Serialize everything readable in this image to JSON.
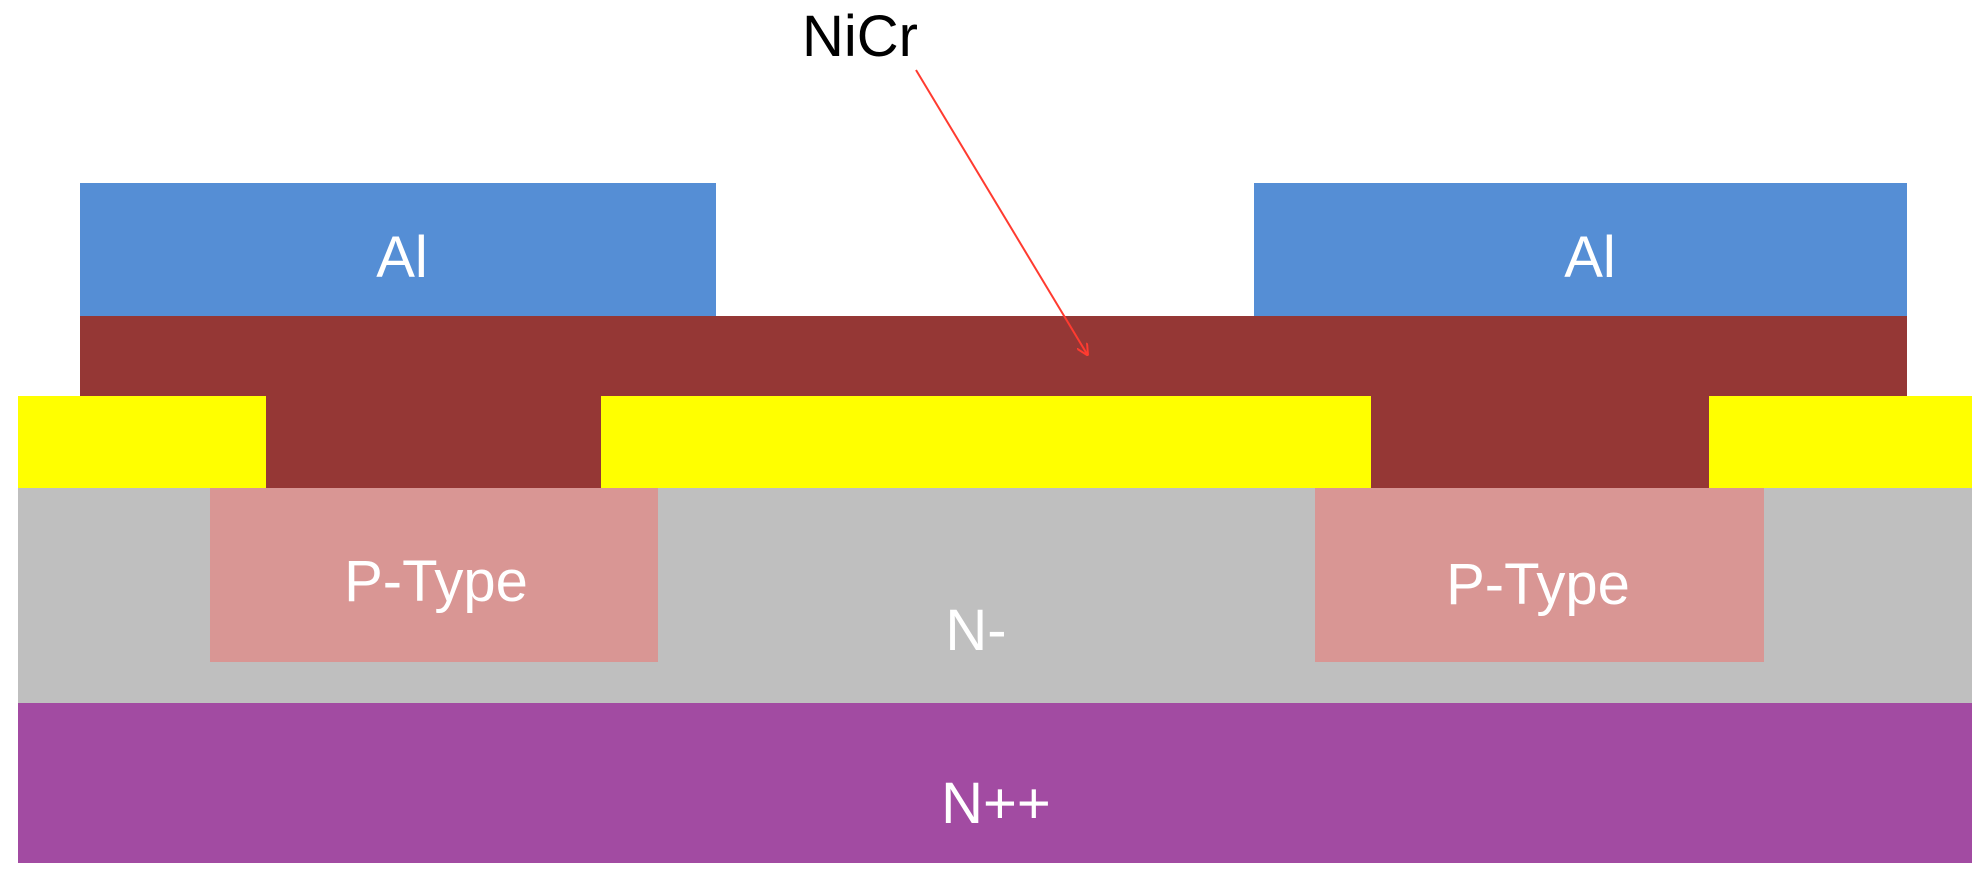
{
  "labels": {
    "nicr": "NiCr",
    "al_left": "Al",
    "al_right": "Al",
    "ptype_left": "P-Type",
    "ptype_right": "P-Type",
    "n_minus": "N-",
    "n_plus_plus": "N++"
  },
  "colors": {
    "aluminum": "#558ED5",
    "nicr": "#953735",
    "oxide": "#FFFF00",
    "ptype": "#D99694",
    "n_minus": "#BFBFBF",
    "n_plus_plus": "#A24BA2",
    "arrow": "#FF3B30",
    "label_text": "#FFFFFF",
    "callout_text": "#000000"
  }
}
